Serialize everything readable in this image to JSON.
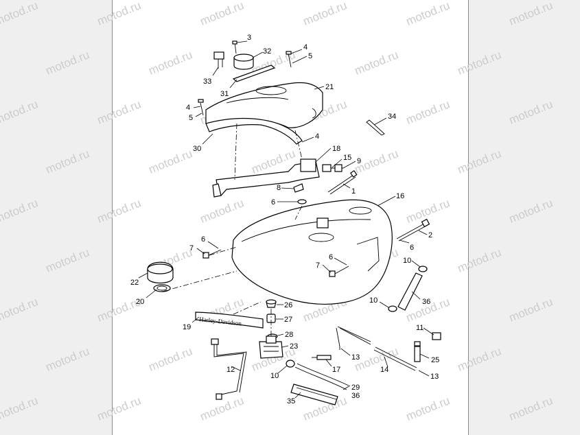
{
  "watermark_text": "motod.ru",
  "badge_text": "Harley-Davidson",
  "callouts": {
    "c1": "1",
    "c2": "2",
    "c3": "3",
    "c4a": "4",
    "c4b": "4",
    "c4c": "4",
    "c5a": "5",
    "c5b": "5",
    "c6a": "6",
    "c6b": "6",
    "c6c": "6",
    "c6d": "6",
    "c7a": "7",
    "c7b": "7",
    "c8": "8",
    "c9": "9",
    "c10a": "10",
    "c10b": "10",
    "c10c": "10",
    "c11": "11",
    "c12": "12",
    "c13a": "13",
    "c13b": "13",
    "c14": "14",
    "c15": "15",
    "c16": "16",
    "c17": "17",
    "c18": "18",
    "c19": "19",
    "c20": "20",
    "c21": "21",
    "c22": "22",
    "c23": "23",
    "c25": "25",
    "c26": "26",
    "c27": "27",
    "c28": "28",
    "c29": "29",
    "c30": "30",
    "c31": "31",
    "c32": "32",
    "c33": "33",
    "c34": "34",
    "c35": "35",
    "c36a": "36",
    "c36b": "36"
  }
}
